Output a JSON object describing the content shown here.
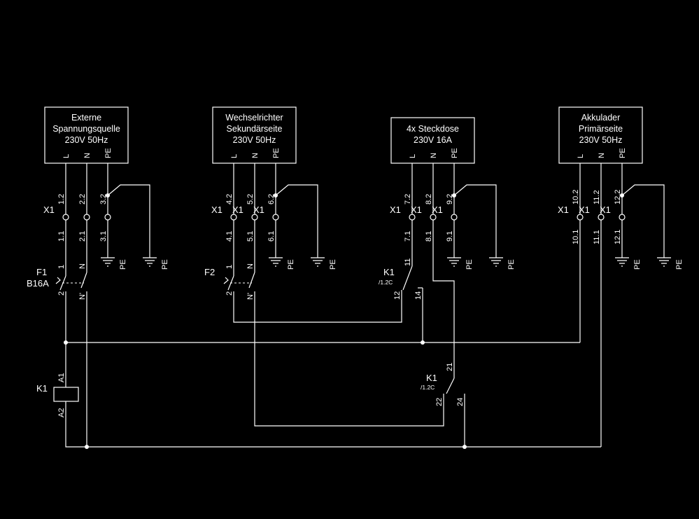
{
  "colors": {
    "background": "#000000",
    "lines": "#ffffff"
  },
  "boxes": {
    "externe": {
      "line1": "Externe",
      "line2": "Spannungsquelle",
      "line3": "230V 50Hz",
      "pins": [
        "L",
        "N",
        "PE"
      ]
    },
    "wechselrichter": {
      "line1": "Wechselrichter",
      "line2": "Sekundärseite",
      "line3": "230V 50Hz",
      "pins": [
        "L",
        "N",
        "PE"
      ]
    },
    "steckdose": {
      "line1": "4x Steckdose",
      "line2": "230V 16A",
      "pins": [
        "L",
        "N",
        "PE"
      ]
    },
    "akkulader": {
      "line1": "Akkulader",
      "line2": "Primärseite",
      "line3": "230V 50Hz",
      "pins": [
        "L",
        "N",
        "PE"
      ]
    }
  },
  "terminal_strip": {
    "label": "X1",
    "g1": {
      "upper": [
        "1.2",
        "2.2",
        "3.2"
      ],
      "lower": [
        "1.1",
        "2.1",
        "3.1"
      ]
    },
    "g2": {
      "upper": [
        "4.2",
        "5.2",
        "6.2"
      ],
      "lower": [
        "4.1",
        "5.1",
        "6.1"
      ]
    },
    "g3": {
      "upper": [
        "7.2",
        "8.2",
        "9.2"
      ],
      "lower": [
        "7.1",
        "8.1",
        "9.1"
      ]
    },
    "g4": {
      "upper": [
        "10.2",
        "11.2",
        "12.2"
      ],
      "lower": [
        "10.1",
        "11.1",
        "12.1"
      ]
    }
  },
  "ground_label": "PE",
  "fuses": {
    "f1": {
      "name": "F1",
      "rating": "B16A",
      "pin_top_l": "1",
      "pin_top_n": "N",
      "pin_bot_l": "2",
      "pin_bot_n": "N'"
    },
    "f2": {
      "name": "F2",
      "pin_top_l": "1",
      "pin_top_n": "N",
      "pin_bot_l": "2",
      "pin_bot_n": "N'"
    }
  },
  "relay_coil": {
    "name": "K1",
    "pin_a1": "A1",
    "pin_a2": "A2"
  },
  "contact1": {
    "name": "K1",
    "ref": "/1.2C",
    "pin_com": "11",
    "pin_nc": "12",
    "pin_no": "14"
  },
  "contact2": {
    "name": "K1",
    "ref": "/1.2C",
    "pin_com": "21",
    "pin_nc": "22",
    "pin_no": "24"
  }
}
